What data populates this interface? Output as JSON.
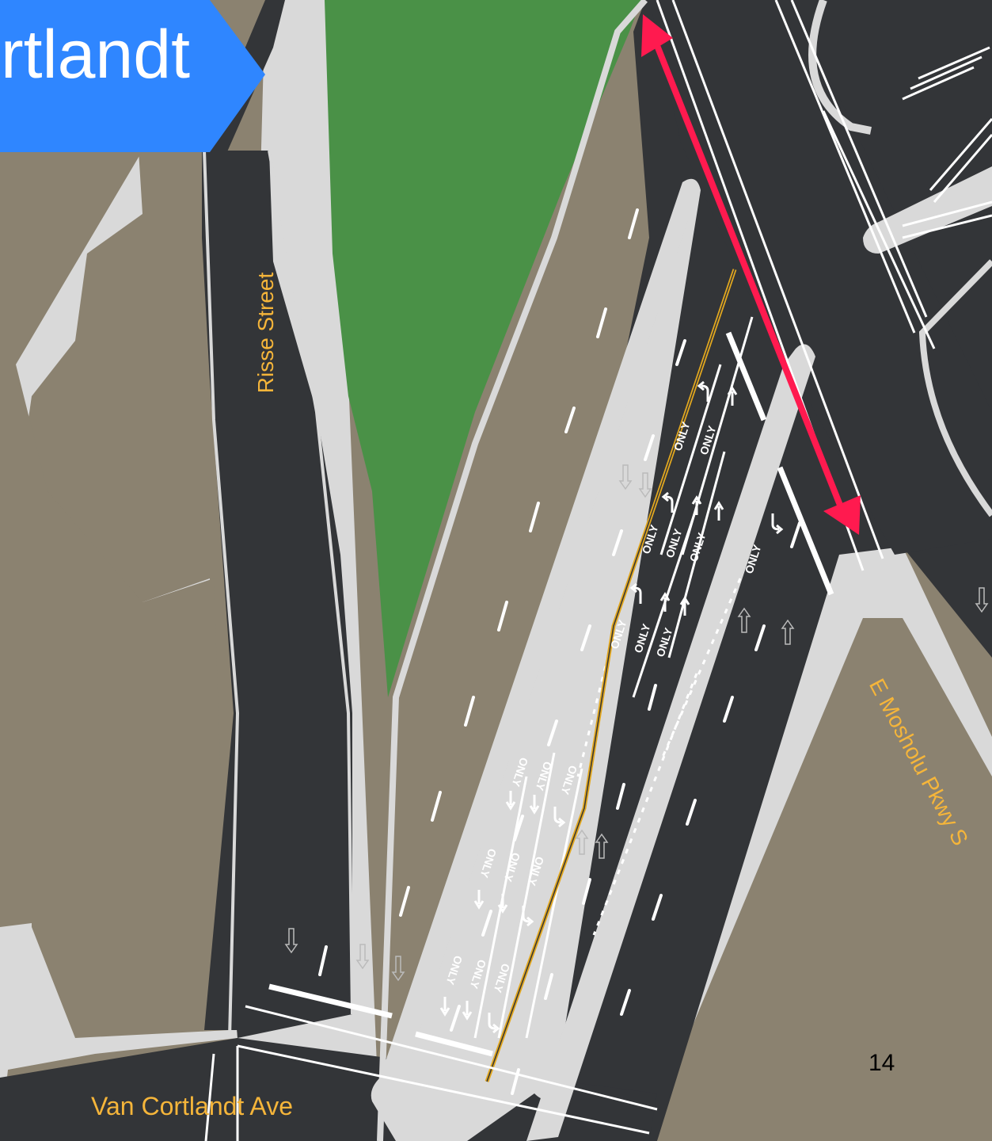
{
  "banner": {
    "text": "rtlandt"
  },
  "street_labels": {
    "risse": "Risse Street",
    "van_cortlandt": "Van Cortlandt Ave",
    "mosholu": "E Mosholu Pkwy S"
  },
  "page_number": "14",
  "markings": {
    "only_text": "ONLY"
  },
  "colors": {
    "land": "#8b8270",
    "sidewalk": "#d9d9d9",
    "road": "#333538",
    "park": "#4a9147",
    "banner": "#2f86ff",
    "street_label": "#f5b53a",
    "measure_arrow": "#ff1a4f",
    "centerline": "#e3a81f",
    "marking": "#ffffff"
  }
}
